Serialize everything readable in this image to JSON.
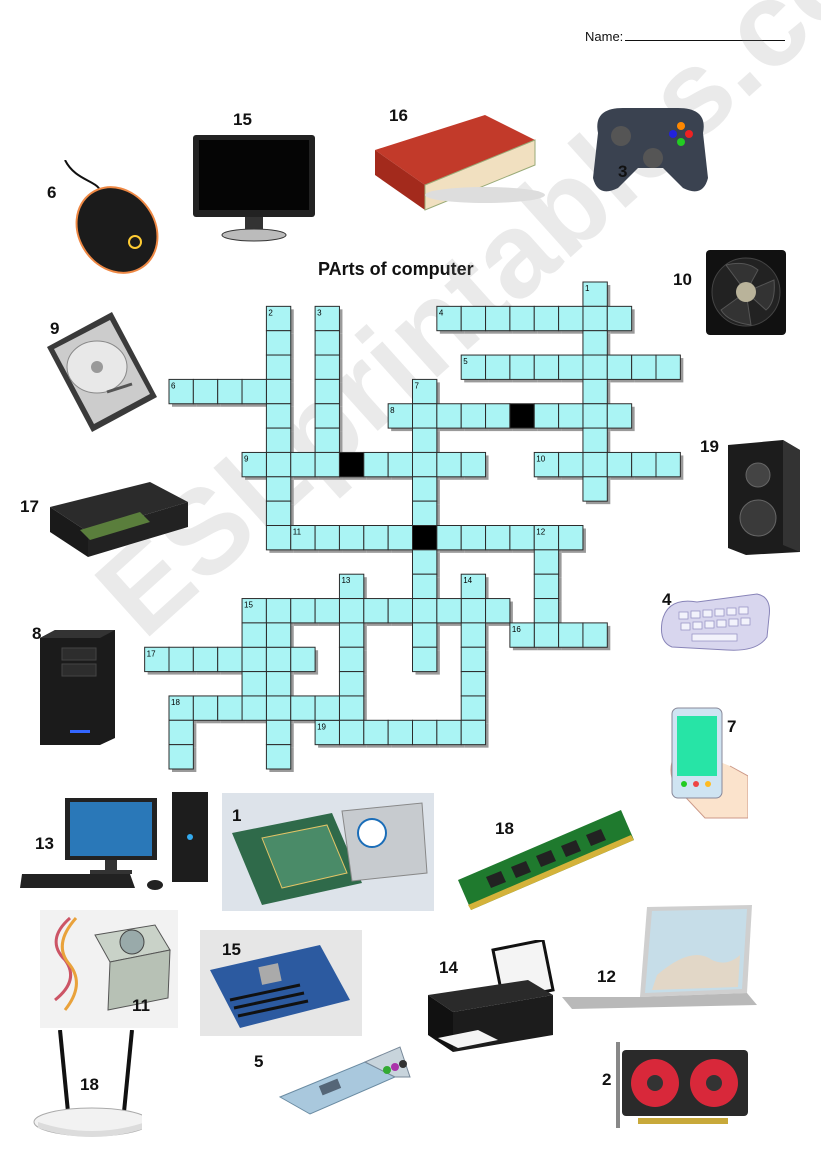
{
  "header": {
    "name_label": "Name:"
  },
  "title": "PArts of computer",
  "watermark": "ESLprintables.com",
  "picture_labels": {
    "mouse": "6",
    "monitor": "15",
    "book": "16",
    "gamepad": "3",
    "hard_drive": "9",
    "fan": "10",
    "scanner": "17",
    "speaker": "19",
    "keyboard": "4",
    "tower": "8",
    "phone": "7",
    "desktop": "13",
    "cpu": "1",
    "ram": "18",
    "power_supply": "11",
    "motherboard": "15",
    "printer": "14",
    "laptop": "12",
    "router": "18",
    "network_card": "5",
    "graphics_card": "2"
  },
  "clue_numbers": [
    "1",
    "2",
    "3",
    "4",
    "5",
    "6",
    "7",
    "8",
    "9",
    "10",
    "11",
    "12",
    "13",
    "14",
    "15",
    "16",
    "17",
    "18",
    "19"
  ]
}
